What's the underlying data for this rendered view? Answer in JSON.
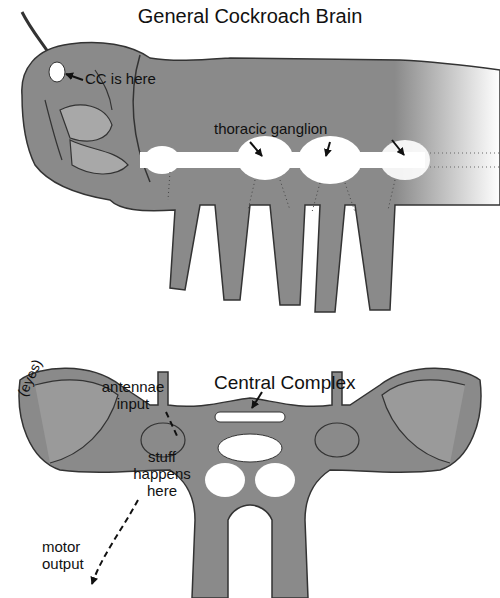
{
  "diagram": {
    "title": "General Cockroach Brain",
    "labels": [
      "CC is here",
      "thoracic ganglion",
      "(eyes)",
      "antennae input",
      "Central Complex",
      "stuff happens here",
      "motor output"
    ]
  }
}
